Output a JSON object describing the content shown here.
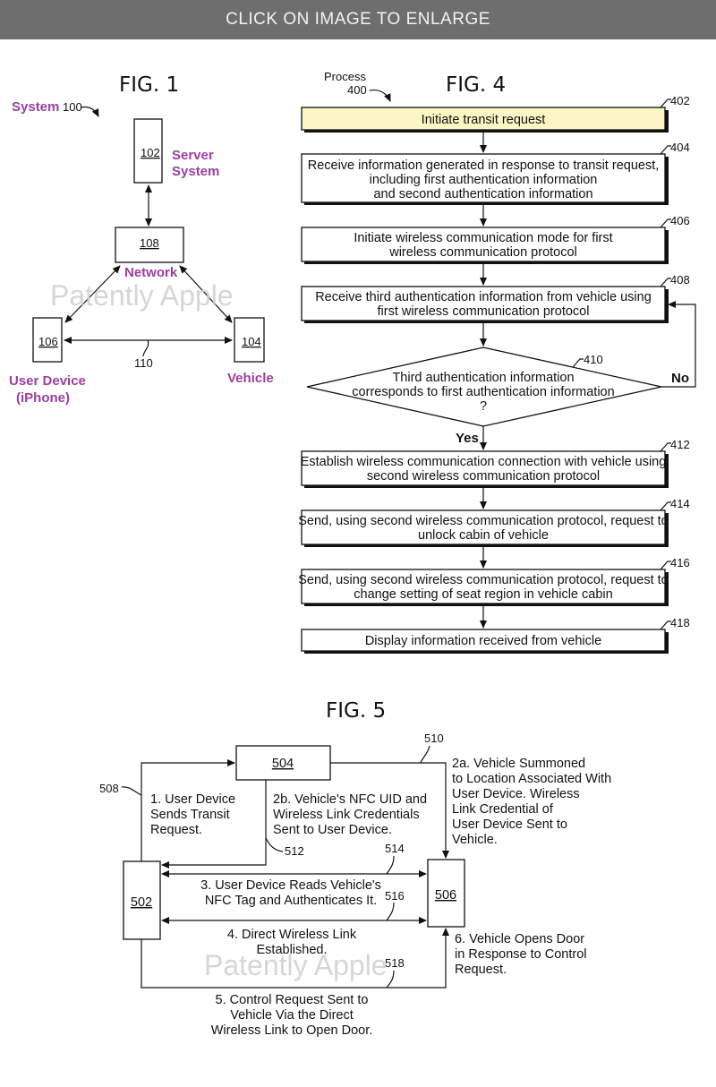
{
  "banner": "CLICK ON IMAGE TO ENLARGE",
  "watermark": "Patently Apple",
  "fig1": {
    "title": "FIG. 1",
    "system_label": "System",
    "system_ref": "100",
    "server_ref": "102",
    "server_label_1": "Server",
    "server_label_2": "System",
    "network_ref": "108",
    "network_label": "Network",
    "user_ref": "106",
    "user_label_1": "User Device",
    "user_label_2": "(iPhone)",
    "vehicle_ref": "104",
    "vehicle_label": "Vehicle",
    "link_ref": "110"
  },
  "fig4": {
    "title": "FIG. 4",
    "process_label": "Process",
    "process_ref": "400",
    "steps": [
      {
        "ref": "402",
        "lines": [
          "Initiate transit request"
        ]
      },
      {
        "ref": "404",
        "lines": [
          "Receive information generated in response to transit request,",
          "including first authentication information",
          "and second authentication information"
        ]
      },
      {
        "ref": "406",
        "lines": [
          "Initiate wireless communication mode for first",
          "wireless communication protocol"
        ]
      },
      {
        "ref": "408",
        "lines": [
          "Receive third authentication information from vehicle using",
          "first wireless communication protocol"
        ]
      },
      {
        "ref": "412",
        "lines": [
          "Establish wireless communication connection with vehicle using",
          "second wireless communication protocol"
        ]
      },
      {
        "ref": "414",
        "lines": [
          "Send, using second wireless communication protocol, request to",
          "unlock cabin of vehicle"
        ]
      },
      {
        "ref": "416",
        "lines": [
          "Send, using second wireless communication protocol, request to",
          "change setting of seat region in vehicle cabin"
        ]
      },
      {
        "ref": "418",
        "lines": [
          "Display information received from vehicle"
        ]
      }
    ],
    "decision": {
      "ref": "410",
      "lines": [
        "Third authentication information",
        "corresponds to first authentication information",
        "?"
      ],
      "yes": "Yes",
      "no": "No"
    }
  },
  "fig5": {
    "title": "FIG. 5",
    "node_504": "504",
    "node_502": "502",
    "node_506": "506",
    "ref_508": "508",
    "ref_510": "510",
    "ref_512": "512",
    "ref_514": "514",
    "ref_516": "516",
    "ref_518": "518",
    "step1": [
      "1. User Device",
      "Sends Transit",
      "Request."
    ],
    "step2a": [
      "2a. Vehicle Summoned",
      "to Location Associated With",
      "User Device. Wireless",
      "Link Credential of",
      "User Device Sent to",
      "Vehicle."
    ],
    "step2b": [
      "2b. Vehicle's NFC UID and",
      "Wireless Link Credentials",
      "Sent to User Device."
    ],
    "step3": [
      "3. User Device Reads Vehicle's",
      "NFC Tag and Authenticates It."
    ],
    "step4": [
      "4. Direct Wireless Link",
      "Established."
    ],
    "step5": [
      "5. Control Request Sent to",
      "Vehicle Via the Direct",
      "Wireless Link to Open Door."
    ],
    "step6": [
      "6. Vehicle Opens Door",
      "in Response to Control",
      "Request."
    ]
  }
}
